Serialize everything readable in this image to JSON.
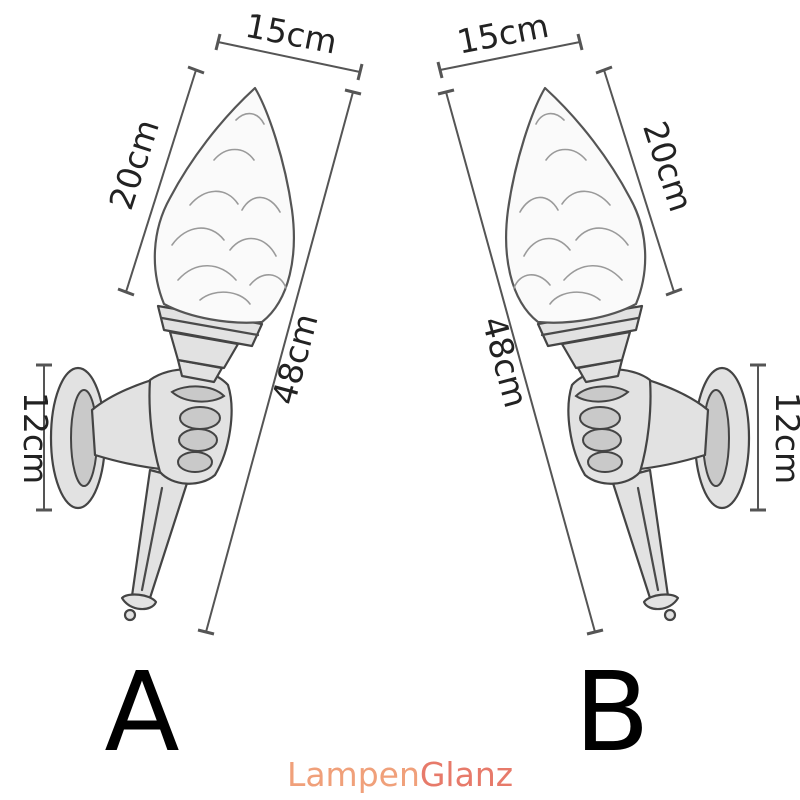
{
  "variants": {
    "a": {
      "label": "A",
      "dimensions": {
        "width": "15cm",
        "shade_height": "20cm",
        "total_height": "48cm",
        "backplate_height": "12cm"
      }
    },
    "b": {
      "label": "B",
      "dimensions": {
        "width": "15cm",
        "shade_height": "20cm",
        "total_height": "48cm",
        "backplate_height": "12cm"
      }
    }
  },
  "brand": {
    "part1": "Lampen",
    "part2": "Glanz"
  },
  "colors": {
    "brand_part1": "#f0a07a",
    "brand_part2": "#e77a6a",
    "lines": "#555555"
  }
}
